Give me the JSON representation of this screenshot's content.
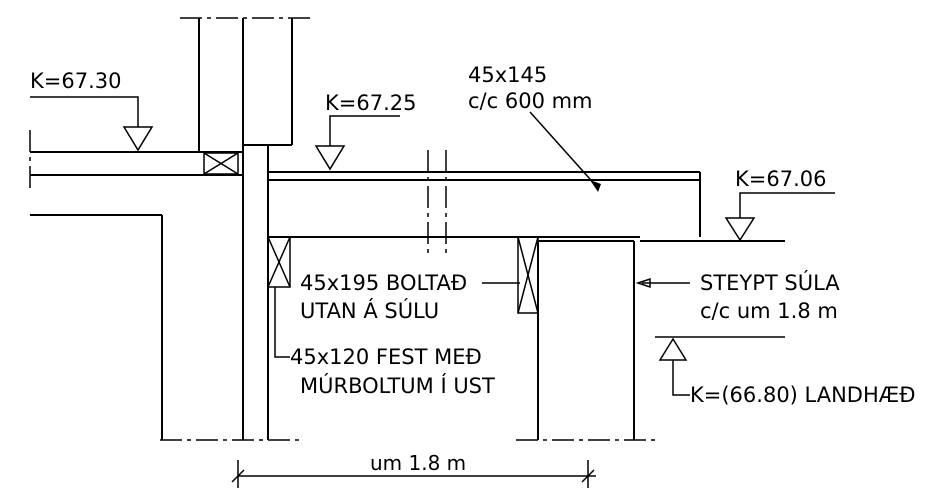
{
  "labels": {
    "level_left": "K=67.30",
    "level_mid": "K=67.25",
    "level_right": "K=67.06",
    "level_ground": "K=(66.80) LANDHÆÐ",
    "joist_size": "45x145",
    "joist_spacing": "c/c 600 mm",
    "beam_line1": "45x195 BOLTAÐ",
    "beam_line2": "UTAN Á SÚLU",
    "ledger_line1": "45x120 FEST MEÐ",
    "ledger_line2": "MÚRBOLTUM Í UST",
    "column_line1": "STEYPT SÚLA",
    "column_line2": "c/c um 1.8 m",
    "dimension": "um 1.8 m"
  }
}
